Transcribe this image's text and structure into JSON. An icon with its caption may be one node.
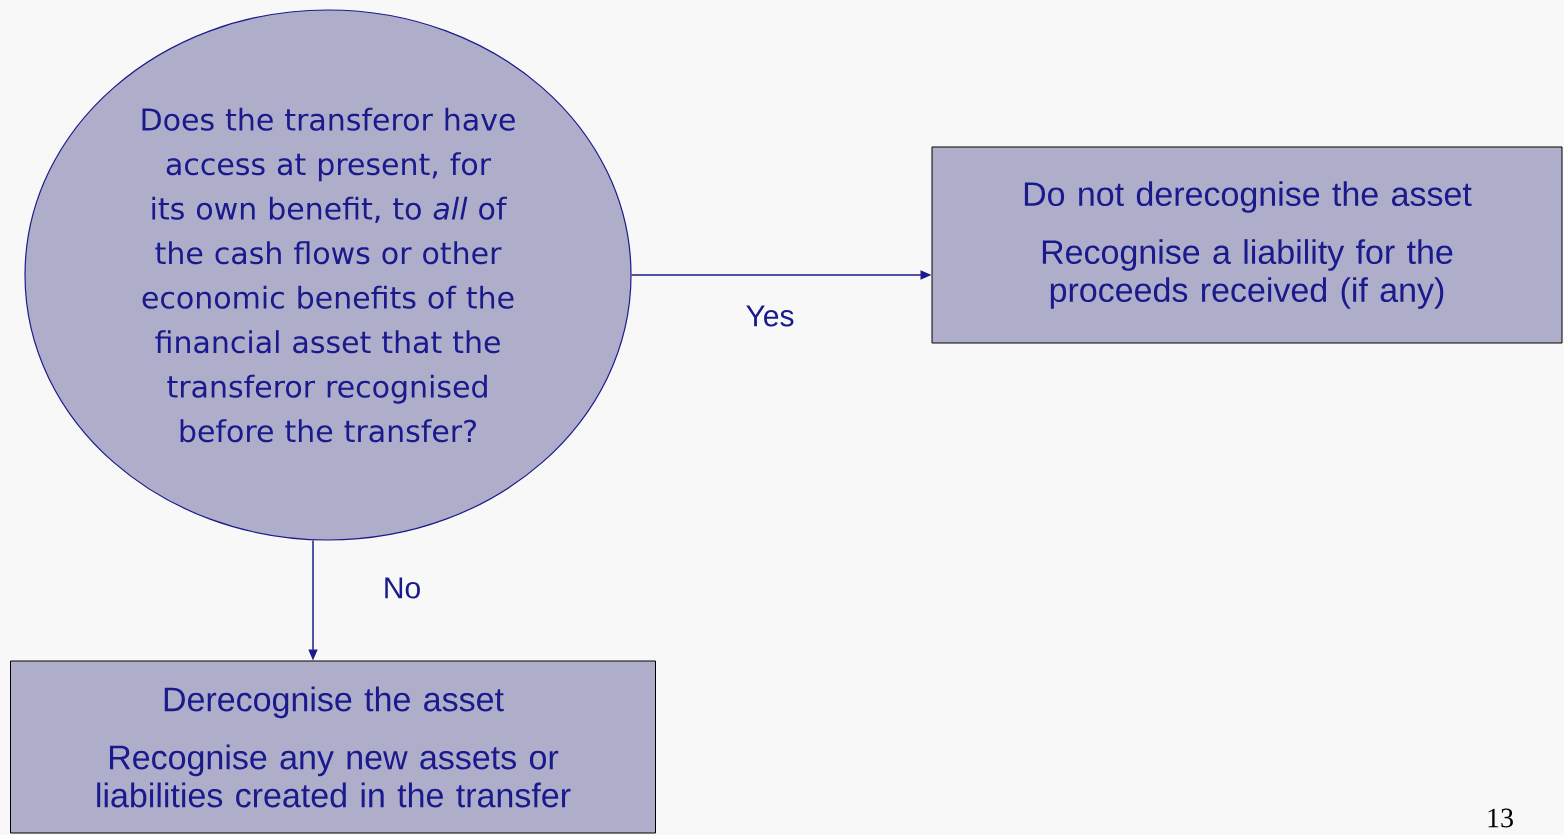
{
  "diagram": {
    "nodes": [
      {
        "text": [
          "Does the transferor have access at present, for its own benefit, to *all* of the cash flows or other economic benefits of the financial asset that the transferor recognised before the transfer?"
        ]
      },
      {
        "text": [
          "Do not derecognise the asset",
          "Recognise a liability for the proceeds received (if any)"
        ]
      },
      {
        "text": [
          "Derecognise the asset",
          "Recognise any new assets or liabilities created in the transfer"
        ]
      }
    ],
    "edges": [
      {
        "from": 0,
        "to": 1,
        "arrow": "to",
        "label": "Yes"
      },
      {
        "from": 0,
        "to": 2,
        "arrow": "to",
        "label": "No"
      }
    ],
    "labels": [
      "13"
    ]
  }
}
